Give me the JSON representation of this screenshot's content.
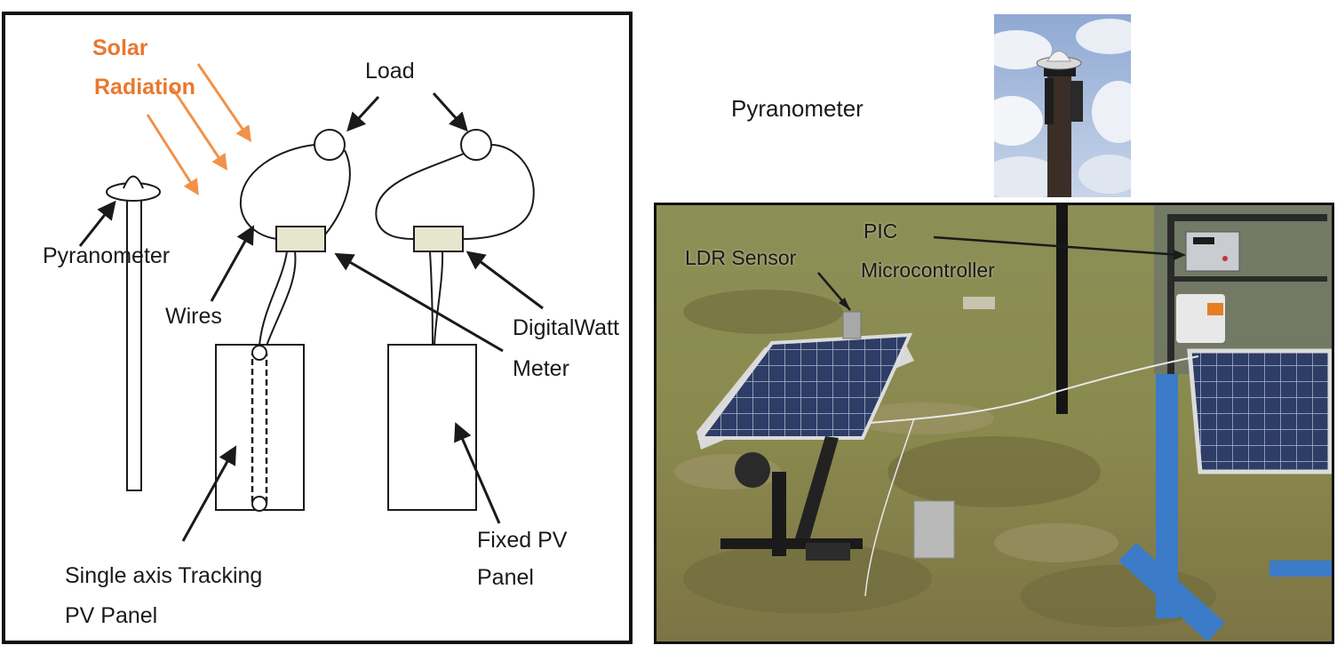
{
  "schematic": {
    "labels": {
      "solar_line1": "Solar",
      "solar_line2": "Radiation",
      "load": "Load",
      "pyranometer": "Pyranometer",
      "wires": "Wires",
      "wattmeter_line1": "DigitalWatt",
      "wattmeter_line2": "Meter",
      "tracking_line1": "Single axis Tracking",
      "tracking_line2": "PV Panel",
      "fixed_line1": "Fixed PV",
      "fixed_line2": "Panel"
    },
    "colors": {
      "solar_text": "#e9782f",
      "solar_arrows": "#f0924a",
      "lines": "#1a1a1a",
      "meter_fill": "#e6e6cf"
    }
  },
  "pyranometer_photo": {
    "caption": "Pyranometer"
  },
  "field_photo": {
    "labels": {
      "ldr_sensor": "LDR Sensor",
      "pic_line1": "PIC",
      "pic_line2": "Microcontroller"
    },
    "colors": {
      "grass": "#8a8a4e",
      "panel_cells": "#2e3d66",
      "frame_blue": "#3b7bc8"
    }
  }
}
